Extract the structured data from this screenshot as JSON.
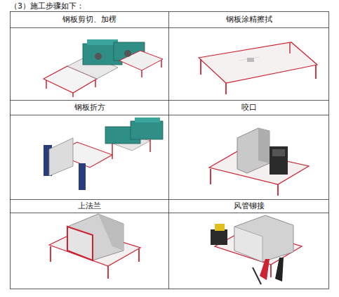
{
  "diagram": {
    "title": "（3）施工步骤如下：",
    "labels": [
      "钢板剪切、加楞",
      "钢板涂精擦拭",
      "钢板折方",
      "咬口",
      "上法兰",
      "风管铆接"
    ]
  }
}
